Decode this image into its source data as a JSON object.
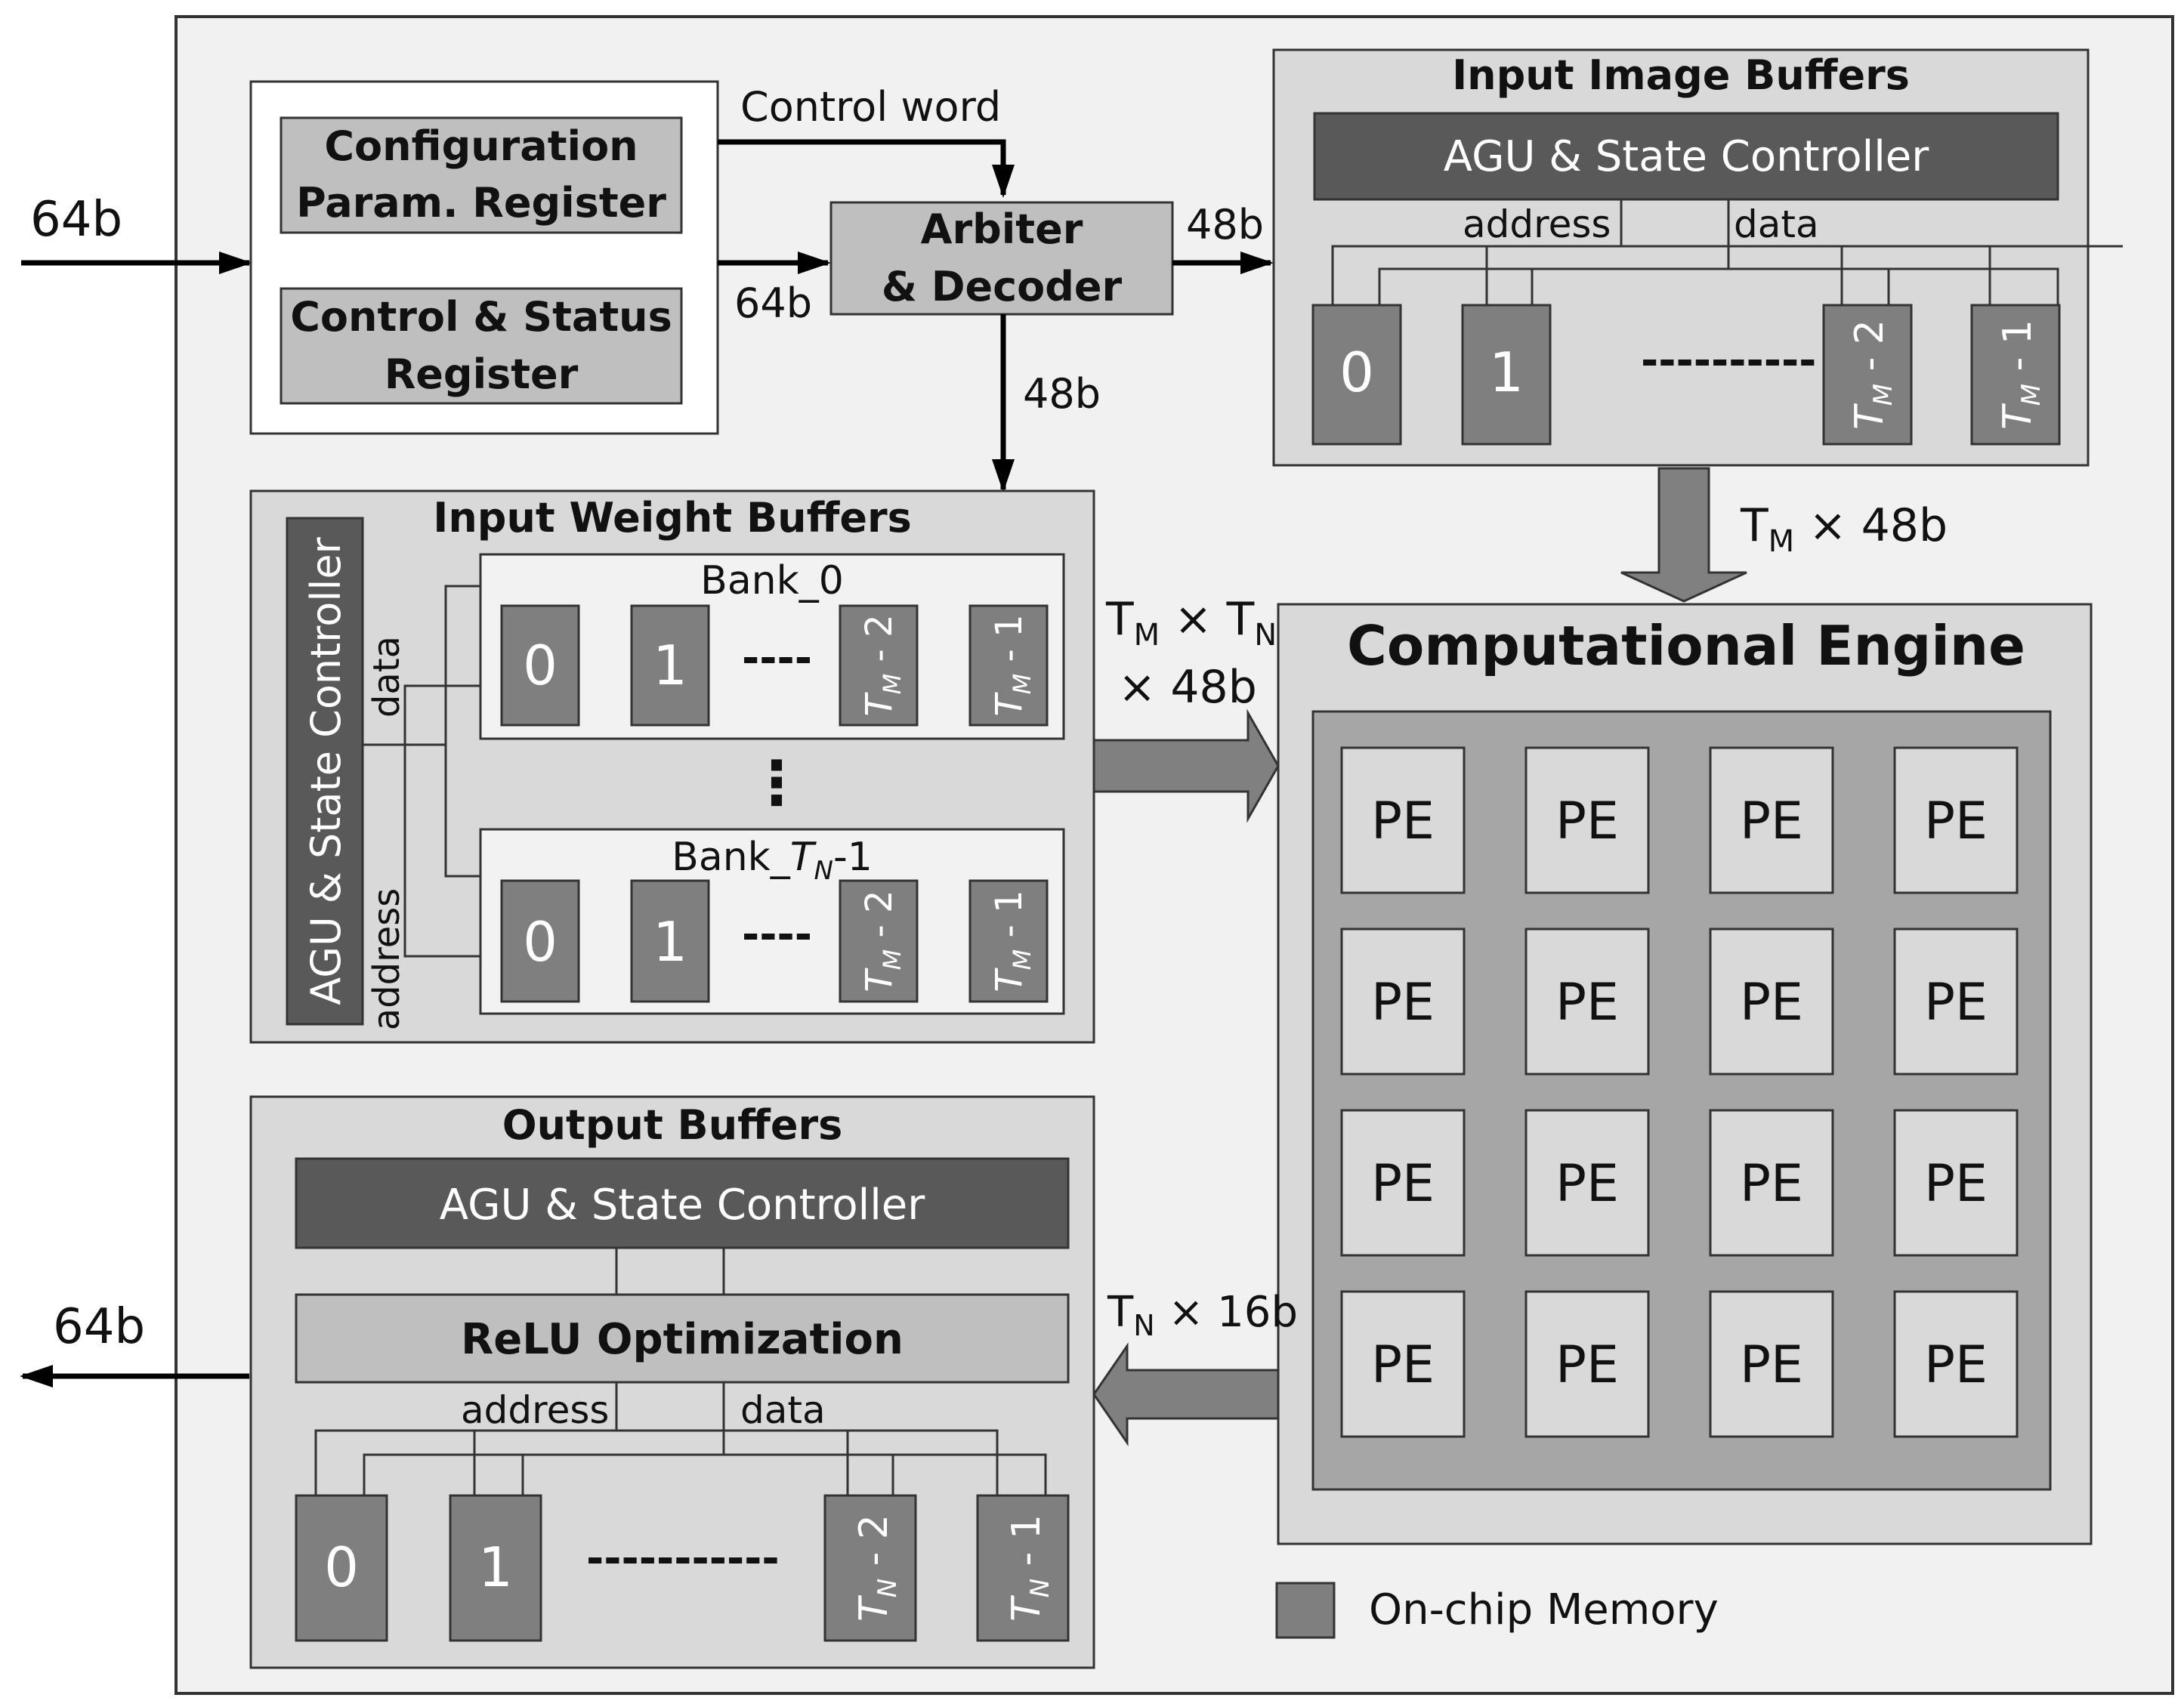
{
  "colors": {
    "outer_bg": "#f1f1f1",
    "panel_bg": "#d9d9d9",
    "dark_bar": "#595959",
    "memory": "#7f7f7f",
    "light_box": "#bfbfbf",
    "pe_grid_bg": "#a6a6a6",
    "pe_box": "#d9d9d9",
    "bank_bg": "#f2f2f2",
    "fat_arrow": "#808080"
  },
  "inputs": {
    "in_bits": "64b",
    "out_bits": "64b"
  },
  "control": {
    "config_line1": "Configuration",
    "config_line2": "Param. Register",
    "csr_line1": "Control & Status",
    "csr_line2": "Register"
  },
  "arbiter": {
    "line1": "Arbiter",
    "line2": "& Decoder",
    "control_word": "Control word",
    "to_arbiter_bits": "64b",
    "to_image_bits": "48b",
    "to_weight_bits": "48b"
  },
  "image_buffers": {
    "title": "Input Image Buffers",
    "agu": "AGU & State Controller",
    "address": "address",
    "data": "data",
    "mem0": "0",
    "mem1": "1",
    "dots": "----------",
    "mem_tm2_main": "T",
    "mem_tm2_sub": "M",
    "mem_tm2_suffix": " - 2",
    "mem_tm1_main": "T",
    "mem_tm1_sub": "M",
    "mem_tm1_suffix": " - 1"
  },
  "image_to_engine": {
    "main": "T",
    "sub": "M",
    "suffix": " × 48b"
  },
  "weight_buffers": {
    "title": "Input Weight Buffers",
    "agu": "AGU & State Controller",
    "data": "data",
    "address": "address",
    "bank0_title": "Bank_0",
    "bankN_prefix": "Bank_",
    "bankN_main": "T",
    "bankN_sub": "N",
    "bankN_suffix": "-1",
    "mem0": "0",
    "mem1": "1",
    "dots": "----",
    "vdots": "⋮",
    "mem_tm2_main": "T",
    "mem_tm2_sub": "M",
    "mem_tm2_suffix": " - 2",
    "mem_tm1_main": "T",
    "mem_tm1_sub": "M",
    "mem_tm1_suffix": " - 1"
  },
  "weight_to_engine": {
    "t1": "T",
    "s1": "M",
    "mid": " × T",
    "s2": "N",
    "line2": "× 48b"
  },
  "engine": {
    "title": "Computational Engine",
    "pe_label": "PE",
    "rows": 4,
    "cols": 4
  },
  "engine_to_output": {
    "main": "T",
    "sub": "N",
    "suffix": " × 16b"
  },
  "output_buffers": {
    "title": "Output Buffers",
    "agu": "AGU & State Controller",
    "relu": "ReLU Optimization",
    "address": "address",
    "data": "data",
    "mem0": "0",
    "mem1": "1",
    "dots": "-----------",
    "mem_tn2_main": "T",
    "mem_tn2_sub": "N",
    "mem_tn2_suffix": " - 2",
    "mem_tn1_main": "T",
    "mem_tn1_sub": "N",
    "mem_tn1_suffix": " - 1"
  },
  "legend": {
    "label": "On-chip Memory"
  }
}
